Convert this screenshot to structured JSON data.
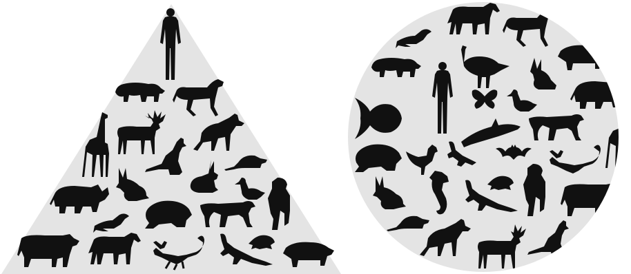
{
  "colors": {
    "background": "#ffffff",
    "shape_fill": "#e4e4e4",
    "silhouette": "#111111"
  },
  "panels": [
    {
      "shape": "triangle",
      "arrangement": "hierarchy",
      "apex_figure": "human-icon",
      "silhouettes": [
        "human-icon",
        "bear-icon",
        "horse-icon",
        "giraffe-icon",
        "reindeer-icon",
        "wolf-icon",
        "kangaroo-icon",
        "rabbit-icon",
        "mouse-icon",
        "rhinoceros-icon",
        "rabbit-icon",
        "duck-icon",
        "monkey-icon",
        "seal-icon",
        "frog-icon",
        "cheetah-icon",
        "cow-icon",
        "zebra-icon",
        "scorpion-icon",
        "lizard-icon",
        "turtle-icon",
        "pig-icon"
      ]
    },
    {
      "shape": "circle",
      "arrangement": "equal",
      "silhouettes": [
        "seal-icon",
        "zebra-icon",
        "horse-icon",
        "bear-icon",
        "ostrich-icon",
        "rabbit-icon",
        "pig-icon",
        "fish-icon",
        "human-icon",
        "butterfly-icon",
        "duck-icon",
        "rhinoceros-icon",
        "dolphin-icon",
        "cheetah-icon",
        "giraffe-icon",
        "frog-icon",
        "rooster-icon",
        "lizard-icon",
        "bat-icon",
        "scorpion-icon",
        "rabbit-icon",
        "seahorse-icon",
        "turtle-icon",
        "monkey-icon",
        "cow-icon",
        "mouse-icon",
        "lizard-icon",
        "wolf-icon",
        "reindeer-icon",
        "kangaroo-icon"
      ]
    }
  ]
}
